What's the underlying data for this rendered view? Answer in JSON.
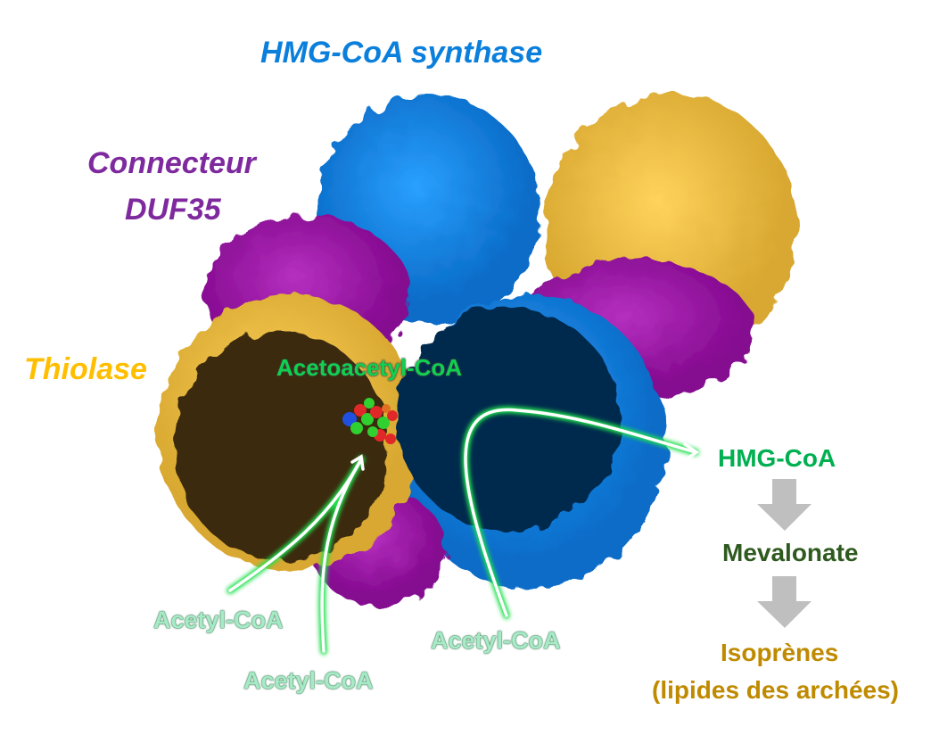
{
  "title": "HMG-CoA synthase",
  "labels": {
    "connector_line1": "Connecteur",
    "connector_line2": "DUF35",
    "thiolase": "Thiolase",
    "acetoacetyl": "Acetoacetyl-CoA",
    "acetyl_1": "Acetyl-CoA",
    "acetyl_2": "Acetyl-CoA",
    "acetyl_3": "Acetyl-CoA"
  },
  "pathway": {
    "step1": "HMG-CoA",
    "step2": "Mevalonate",
    "step3_line1": "Isoprènes",
    "step3_line2": "(lipides des archées)"
  },
  "colors": {
    "synthase": "#0a7fdc",
    "connector": "#8a1a9a",
    "thiolase": "#f0c040",
    "acetyl": "#a6ebc6",
    "hmg": "#00b050",
    "mevalonate": "#2f5a1f",
    "isoprenes": "#bf8a00"
  }
}
